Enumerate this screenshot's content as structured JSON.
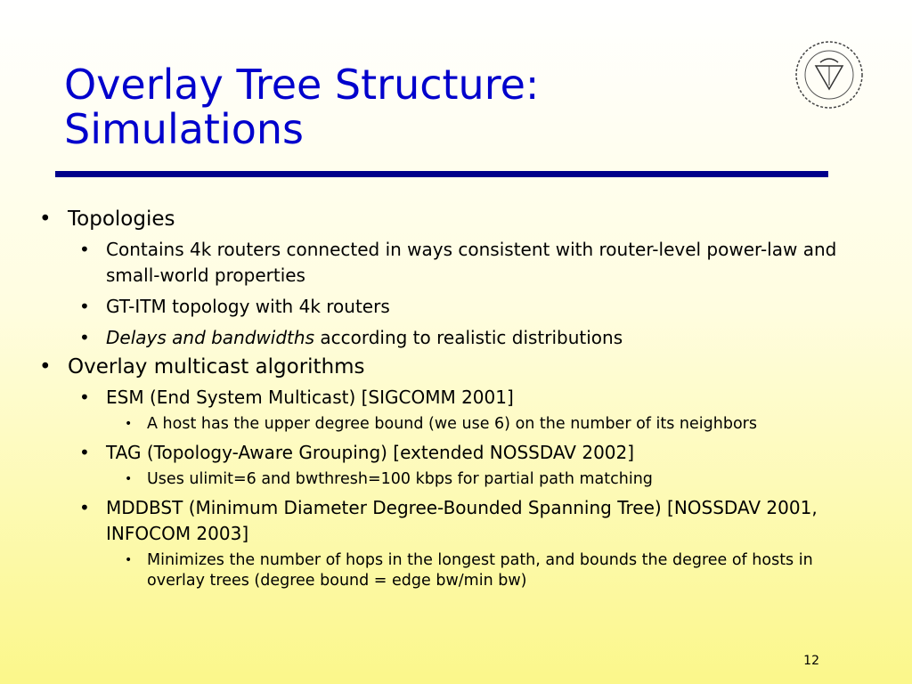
{
  "slide": {
    "title_line1": "Overlay Tree Structure:",
    "title_line2": "Simulations",
    "page_number": "12",
    "bullet_glyph": "•",
    "colors": {
      "title": "#0000cc",
      "rule": "#00008b",
      "background_bottom": "#fbf78a"
    },
    "logo": {
      "icon": "university-seal-icon"
    }
  },
  "content": {
    "topologies": {
      "label": "Topologies",
      "items": [
        "Contains 4k routers connected in ways consistent with router-level power-law and small-world properties",
        "GT-ITM topology with 4k routers"
      ],
      "delays_em": "Delays and bandwidths",
      "delays_rest": " according to realistic distributions"
    },
    "algorithms": {
      "label": "Overlay multicast algorithms",
      "esm": {
        "label": "ESM (End System Multicast) [SIGCOMM 2001]",
        "detail": "A host has the upper degree bound (we use 6) on the number of its neighbors"
      },
      "tag": {
        "label": "TAG (Topology-Aware Grouping) [extended NOSSDAV 2002]",
        "detail": "Uses ulimit=6 and bwthresh=100 kbps for partial path matching"
      },
      "mddbst": {
        "label": "MDDBST (Minimum Diameter Degree-Bounded Spanning Tree) [NOSSDAV 2001, INFOCOM 2003]",
        "detail": "Minimizes the number of hops in the longest path, and bounds the degree of hosts in overlay trees (degree bound = edge bw/min bw)"
      }
    }
  }
}
